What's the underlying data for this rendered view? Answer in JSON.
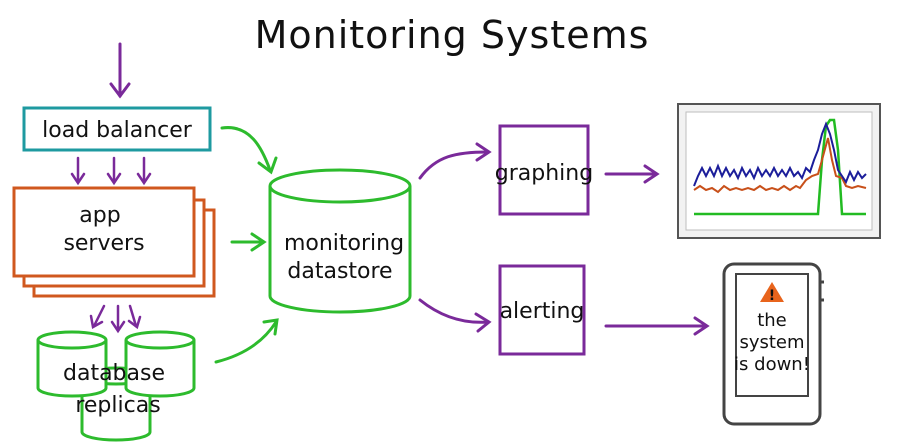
{
  "title": "Monitoring Systems",
  "nodes": {
    "load_balancer": "load balancer",
    "app_servers": [
      "app",
      "servers"
    ],
    "database_replicas": [
      "database",
      "replicas"
    ],
    "monitoring_datastore": [
      "monitoring",
      "datastore"
    ],
    "graphing": "graphing",
    "alerting": "alerting",
    "phone_alert": [
      "the",
      "system",
      "is down!"
    ]
  },
  "alert_icon_glyph": "!",
  "colors": {
    "teal": "#1e9aa0",
    "orange": "#d0581f",
    "green": "#2dbb2d",
    "purple": "#7a2a9a",
    "graph_blue": "#1b1d9a",
    "graph_orange": "#c8501a",
    "graph_green": "#22bb22",
    "alert_orange": "#e8641c"
  }
}
